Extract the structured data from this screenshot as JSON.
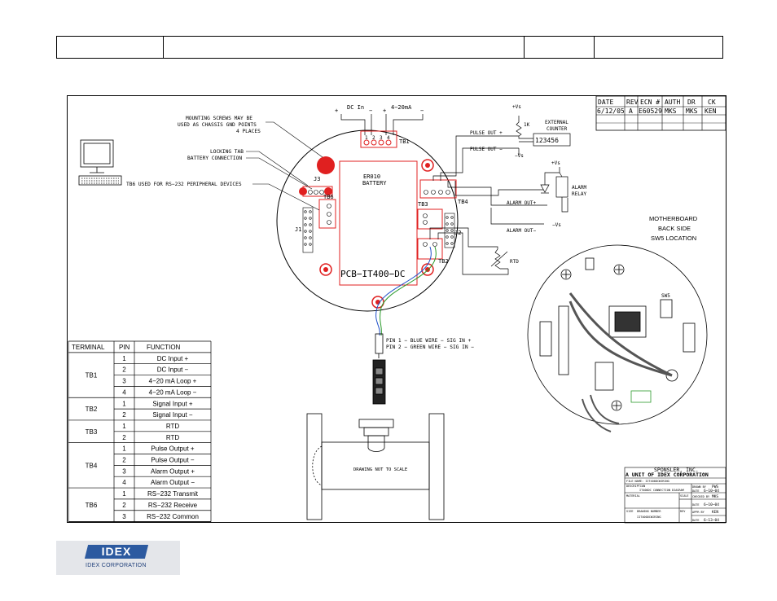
{
  "revision_block": {
    "headers": [
      "DATE",
      "REV",
      "ECN #",
      "AUTH",
      "DR",
      "CK"
    ],
    "row": [
      "6/12/05",
      "A",
      "E60529",
      "MKS",
      "MKS",
      "KEN"
    ]
  },
  "tb1": {
    "dc_in": "DC In",
    "plus": "+",
    "minus": "−",
    "loop": "4−20mA",
    "label": "TB1",
    "pins": [
      "1",
      "2",
      "3",
      "4"
    ]
  },
  "callouts": {
    "mounting_screws": [
      "MOUNTING SCREWS MAY BE",
      "USED AS CHASSIS GND POINTS",
      "4 PLACES"
    ],
    "locking_tab": [
      "LOCKING TAB",
      "BATTERY CONNECTION"
    ],
    "tb6_note": "TB6 USED FOR RS−232 PERIPHERAL DEVICES"
  },
  "board": {
    "battery": [
      "ER010",
      "BATTERY"
    ],
    "model": "PCB−IT400−DC",
    "j3": "J3",
    "tb6": "TB6",
    "j1": "J1",
    "tb3": "TB3",
    "tb4": "TB4",
    "j2": "J2",
    "tb2": "TB2"
  },
  "external": {
    "vs_plus": "+Vs",
    "resistor": "1K",
    "pulse_out_plus": "PULSE OUT +",
    "pulse_out_minus": "PULSE OUT −",
    "vs_minus": "−Vs",
    "counter": [
      "EXTERNAL",
      "COUNTER"
    ],
    "counter_digits": "123456",
    "alarm_relay": [
      "ALARM",
      "RELAY"
    ],
    "alarm_out_plus": "ALARM OUT+",
    "alarm_out_minus": "ALARM OUT−",
    "vs_minus_2": "−Vs",
    "vs_plus_2": "+Vs",
    "rtd": "RTD"
  },
  "motherboard": [
    "MOTHERBOARD",
    "BACK SIDE",
    "SW5 LOCATION"
  ],
  "sw5": "SW5",
  "pins_note": [
    "PIN 1 − BLUE WIRE − SIG IN +",
    "PIN 2 − GREEN WIRE − SIG IN −"
  ],
  "meter_note": "DRAWING NOT TO SCALE",
  "terminal_table": {
    "headers": [
      "TERMINAL",
      "PIN",
      "FUNCTION"
    ],
    "groups": [
      {
        "terminal": "TB1",
        "rows": [
          [
            "1",
            "DC Input +"
          ],
          [
            "2",
            "DC Input −"
          ],
          [
            "3",
            "4−20 mA Loop +"
          ],
          [
            "4",
            "4−20 mA Loop −"
          ]
        ]
      },
      {
        "terminal": "TB2",
        "rows": [
          [
            "1",
            "Signal Input +"
          ],
          [
            "2",
            "Signal Input −"
          ]
        ]
      },
      {
        "terminal": "TB3",
        "rows": [
          [
            "1",
            "RTD"
          ],
          [
            "2",
            "RTD"
          ]
        ]
      },
      {
        "terminal": "TB4",
        "rows": [
          [
            "1",
            "Pulse Output +"
          ],
          [
            "2",
            "Pulse Output −"
          ],
          [
            "3",
            "Alarm Output +"
          ],
          [
            "4",
            "Alarm Output −"
          ]
        ]
      },
      {
        "terminal": "TB6",
        "rows": [
          [
            "1",
            "RS−232 Transmit"
          ],
          [
            "2",
            "RS−232 Receive"
          ],
          [
            "3",
            "RS−232 Common"
          ]
        ]
      }
    ]
  },
  "title_block": {
    "company": "SPONSLER, INC.",
    "subsidiary": "A UNIT OF IDEX CORPORATION",
    "file_name_label": "FILE NAME: ",
    "file_name": "IIT400DCWIRING",
    "description_label": "DESCRIPTION",
    "description": "IT400DC CONNECTION DIAGRAM",
    "material": "MATERIAL",
    "scale": "SCALE",
    "size": "SIZE",
    "drawing_number_label": "DRAWING NUMBER",
    "drawing_number": "IIT400DCWIRING",
    "rev": "REV",
    "drawn_by": "DRAWN BY",
    "drawn_name": "PWS",
    "drawn_date": "6−10−04",
    "checked_by": "CHECKED BY",
    "checked_name": "MKS",
    "checked_date": "6−10−04",
    "approved_by": "APPR BY",
    "approved_name": "KEN",
    "approved_date": "6−13−04",
    "date_label": "DATE"
  },
  "logo": {
    "mark": "IDEX",
    "sub": "IDEX CORPORATION",
    "brand_color": "#2c5aa0"
  },
  "colors": {
    "board_red": "#e02020",
    "wire_blue": "#2050c8",
    "wire_green": "#2a9a2a"
  }
}
